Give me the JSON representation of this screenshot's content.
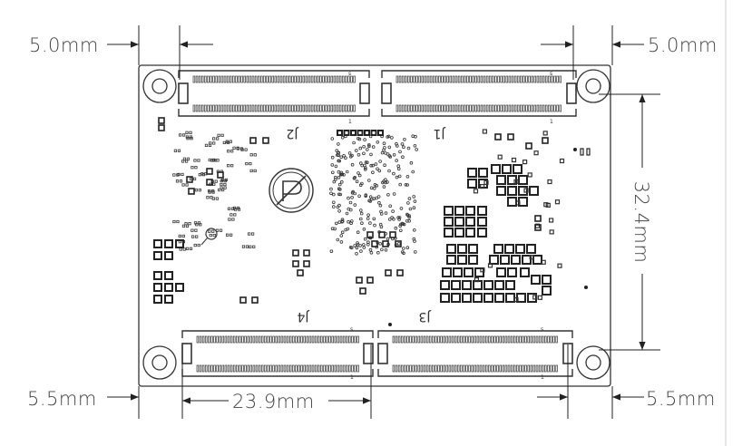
{
  "dimensions": {
    "top_left": "5.0mm",
    "top_right": "5.0mm",
    "bottom_left": "5.5mm",
    "bottom_right": "5.5mm",
    "connector_pitch": "23.9mm",
    "height": "32.4mm"
  },
  "connectors": {
    "j1": "J1",
    "j2": "J2",
    "j3": "J3",
    "j4": "J4"
  },
  "pin_labels": {
    "top_left_s": "s",
    "top_right_s": "s",
    "bottom_left_s": "s",
    "bottom_right_s": "s",
    "top_left_1": "1",
    "top_right_1": "1",
    "bottom_left_1": "1",
    "bottom_right_1": "1"
  },
  "colors": {
    "line": "#333333",
    "text": "#444444",
    "background": "#ffffff"
  }
}
